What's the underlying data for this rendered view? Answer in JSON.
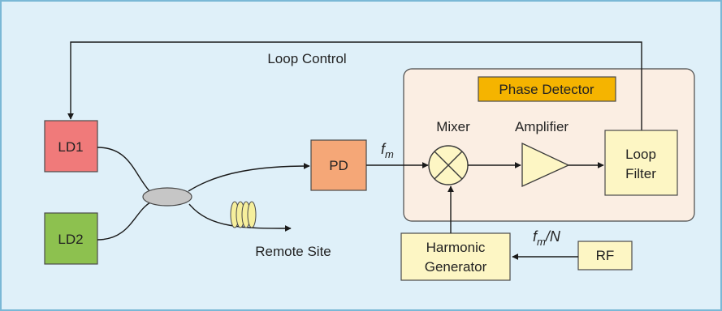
{
  "colors": {
    "background": "#dff0f9",
    "frame": "#7ab8d6",
    "phase_panel": "#fbeee3",
    "phase_title_bg": "#f5b400",
    "ld1": "#f07a7a",
    "ld2": "#8dc14f",
    "pd": "#f5a777",
    "pale_box": "#fdf6c4",
    "coupler": "#c6c6c6",
    "fiber_spool": "#f6ef9c"
  },
  "labels": {
    "loop_control": "Loop Control",
    "phase_detector": "Phase Detector",
    "ld1": "LD1",
    "ld2": "LD2",
    "pd": "PD",
    "mixer": "Mixer",
    "amplifier": "Amplifier",
    "loop_filter_line1": "Loop",
    "loop_filter_line2": "Filter",
    "remote_site": "Remote Site",
    "harmonic_line1": "Harmonic",
    "harmonic_line2": "Generator",
    "rf": "RF",
    "fm_symbol": "f",
    "fm_subscript": "m",
    "fmn_symbol": "f",
    "fmn_subscript": "m",
    "fmn_suffix": "/N"
  }
}
